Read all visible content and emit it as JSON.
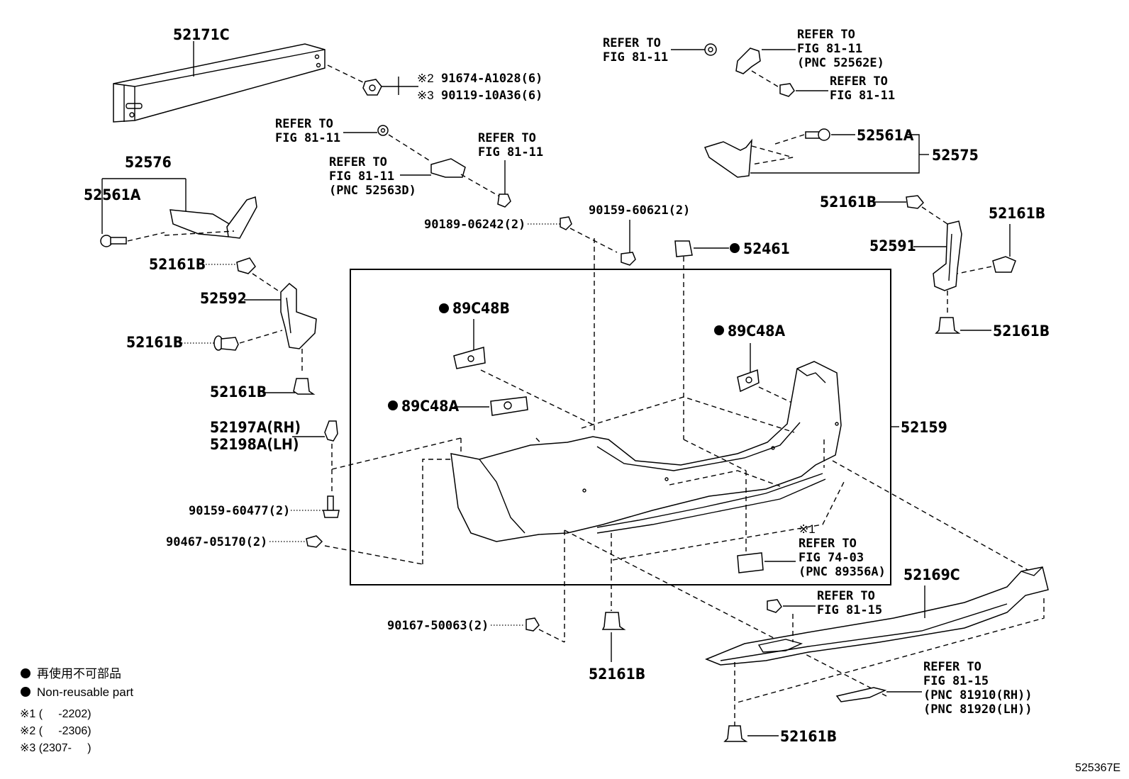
{
  "parts": {
    "p52171C": "52171C",
    "p91674": "91674-A1028(6)",
    "p90119": "90119-10A36(6)",
    "p52576": "52576",
    "p52561A_left": "52561A",
    "p52161B_a": "52161B",
    "p52592": "52592",
    "p52161B_b": "52161B",
    "p52161B_c": "52161B",
    "p52197A": "52197A(RH)",
    "p52198A": "52198A(LH)",
    "p90159_60477": "90159-60477(2)",
    "p90467": "90467-05170(2)",
    "p90167": "90167-50063(2)",
    "p52161B_bottom": "52161B",
    "p90189": "90189-06242(2)",
    "p90159_60621": "90159-60621(2)",
    "p52461": "52461",
    "p89C48B": "89C48B",
    "p89C48A_left": "89C48A",
    "p89C48A_right": "89C48A",
    "p52159": "52159",
    "p52561A_right": "52561A",
    "p52575": "52575",
    "p52161B_r1": "52161B",
    "p52161B_r2": "52161B",
    "p52591": "52591",
    "p52161B_r3": "52161B",
    "p52169C": "52169C",
    "p52161B_br": "52161B"
  },
  "refs": {
    "refer_to": "REFER TO",
    "fig_81_11": "FIG 81-11",
    "fig_81_15": "FIG 81-15",
    "fig_74_03": "FIG 74-03",
    "pnc_52562E": "(PNC 52562E)",
    "pnc_52563D": "(PNC 52563D)",
    "pnc_89356A": "(PNC 89356A)",
    "pnc_81910": "(PNC 81910(RH))",
    "pnc_81920": "(PNC 81920(LH))",
    "note1_mark": "※1",
    "note2_mark": "※2",
    "note3_mark": "※3"
  },
  "legend": {
    "jp": "再使用不可部品",
    "en": "Non-reusable part",
    "note1": "※1 (     -2202)",
    "note2": "※2 (     -2306)",
    "note3": "※3 (2307-     )"
  },
  "figure_code": "525367E"
}
